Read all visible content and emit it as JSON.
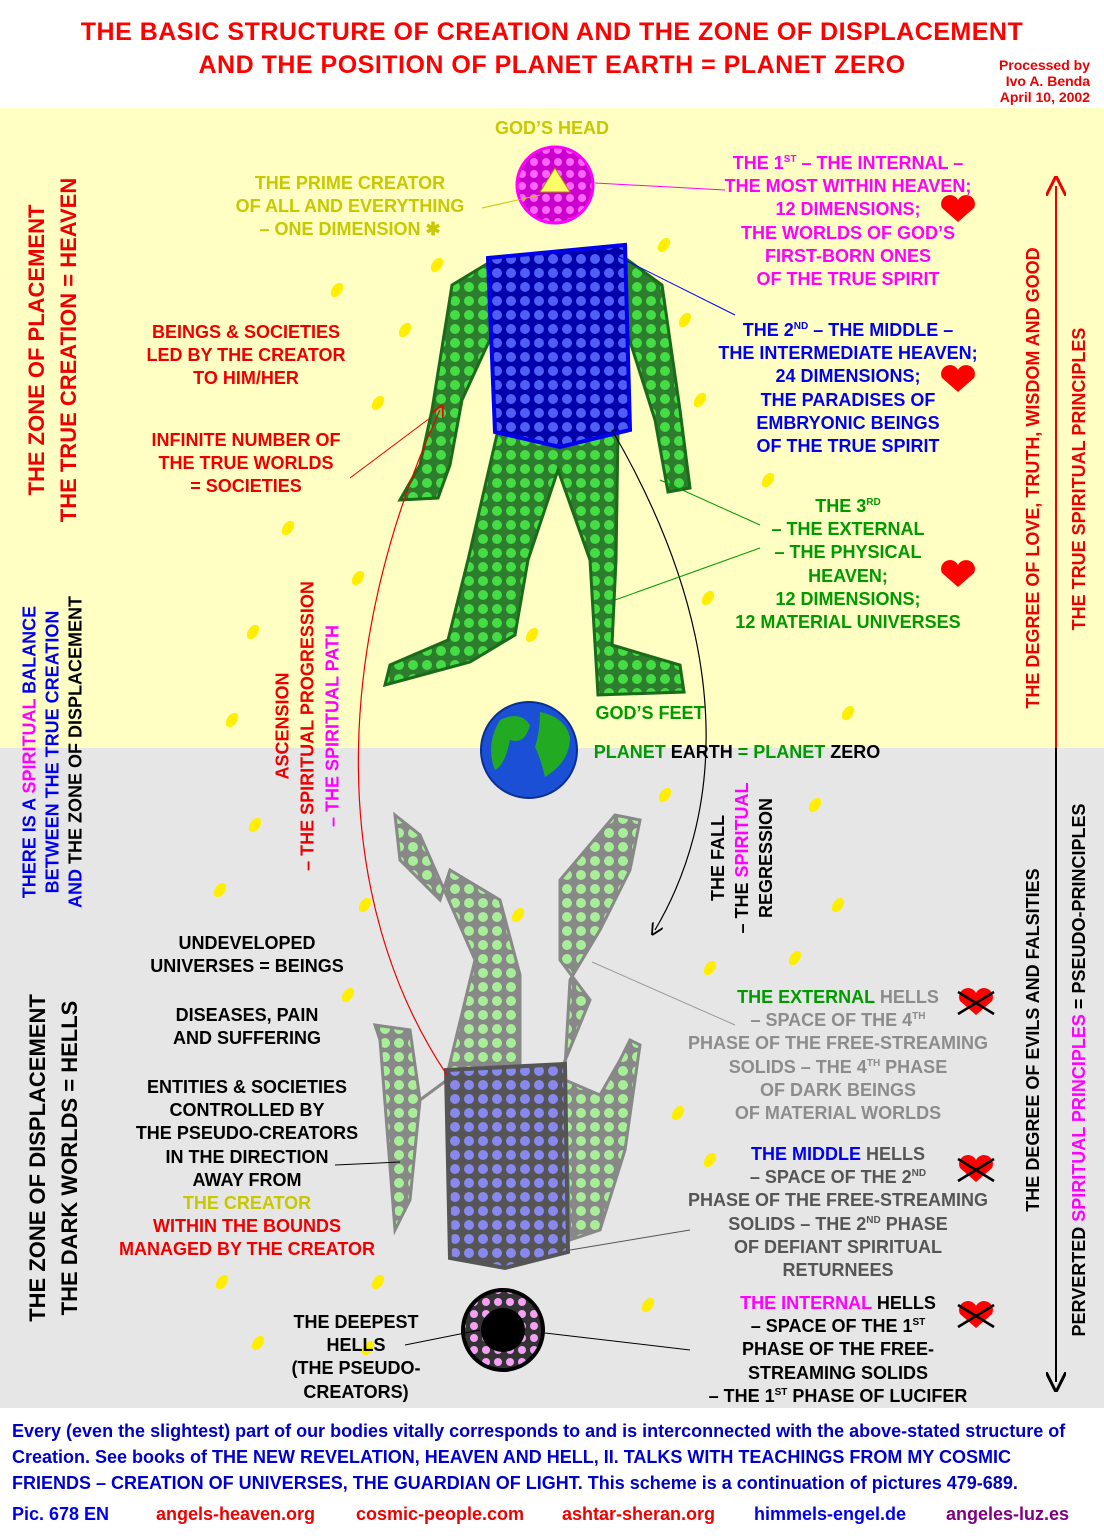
{
  "title": {
    "line1": "THE BASIC STRUCTURE OF CREATION AND THE ZONE OF DISPLACEMENT",
    "line2": "AND THE POSITION OF PLANET EARTH = PLANET ZERO"
  },
  "processed": {
    "line1": "Processed by",
    "line2": "Ivo A. Benda",
    "line3": "April 10, 2002"
  },
  "colors": {
    "red": "#ee0000",
    "magenta": "#ff00ff",
    "blue": "#0000ee",
    "green": "#009900",
    "yellow": "#c8c800",
    "heaven_bg": "#ffffc4",
    "hell_bg": "#e6e6e6"
  },
  "blocks": {
    "gods_head": [
      [
        {
          "t": "GOD’S HEAD",
          "c": "y"
        }
      ]
    ],
    "prime": [
      [
        {
          "t": "THE PRIME CREATOR",
          "c": "y"
        }
      ],
      [
        {
          "t": "OF ALL AND EVERYTHING",
          "c": "y"
        }
      ],
      [
        {
          "t": "– ONE DIMENSION ",
          "c": "y"
        },
        {
          "t": "✱",
          "c": "y"
        }
      ]
    ],
    "internal_heaven": [
      [
        {
          "t": "THE 1",
          "c": "m"
        },
        {
          "t": "ST",
          "c": "m",
          "sup": 1
        },
        {
          "t": " – THE INTERNAL –",
          "c": "m"
        }
      ],
      [
        {
          "t": "THE MOST WITHIN HEAVEN;",
          "c": "m"
        }
      ],
      [
        {
          "t": "12 DIMENSIONS;",
          "c": "m"
        }
      ],
      [
        {
          "t": "THE WORLDS OF GOD’S",
          "c": "m"
        }
      ],
      [
        {
          "t": "FIRST-BORN ONES",
          "c": "m"
        }
      ],
      [
        {
          "t": "OF THE TRUE SPIRIT",
          "c": "m"
        }
      ]
    ],
    "middle_heaven": [
      [
        {
          "t": "THE 2",
          "c": "b"
        },
        {
          "t": "ND",
          "c": "b",
          "sup": 1
        },
        {
          "t": " – THE MIDDLE –",
          "c": "b"
        }
      ],
      [
        {
          "t": "THE INTERMEDIATE HEAVEN;",
          "c": "b"
        }
      ],
      [
        {
          "t": "24 DIMENSIONS;",
          "c": "b"
        }
      ],
      [
        {
          "t": "THE PARADISES OF",
          "c": "b"
        }
      ],
      [
        {
          "t": "EMBRYONIC BEINGS",
          "c": "b"
        }
      ],
      [
        {
          "t": "OF THE TRUE SPIRIT",
          "c": "b"
        }
      ]
    ],
    "external_heaven": [
      [
        {
          "t": "THE 3",
          "c": "g"
        },
        {
          "t": "RD",
          "c": "g",
          "sup": 1
        }
      ],
      [
        {
          "t": "– THE EXTERNAL",
          "c": "g"
        }
      ],
      [
        {
          "t": "– THE PHYSICAL",
          "c": "g"
        }
      ],
      [
        {
          "t": "HEAVEN;",
          "c": "g"
        }
      ],
      [
        {
          "t": "12 DIMENSIONS;",
          "c": "g"
        }
      ],
      [
        {
          "t": "12 MATERIAL UNIVERSES",
          "c": "g"
        }
      ]
    ],
    "beings": [
      [
        {
          "t": "BEINGS & SOCIETIES",
          "c": "r"
        }
      ],
      [
        {
          "t": "LED BY THE CREATOR",
          "c": "r"
        }
      ],
      [
        {
          "t": "TO HIM/HER",
          "c": "r"
        }
      ]
    ],
    "infinite": [
      [
        {
          "t": "INFINITE NUMBER OF",
          "c": "r"
        }
      ],
      [
        {
          "t": "THE TRUE WORLDS",
          "c": "r"
        }
      ],
      [
        {
          "t": "= SOCIETIES",
          "c": "r"
        }
      ]
    ],
    "gods_feet": [
      [
        {
          "t": "GOD’S FEET",
          "c": "g"
        }
      ]
    ],
    "planet": [
      [
        {
          "t": "PLANET ",
          "c": "g"
        },
        {
          "t": "EARTH",
          "c": "k"
        },
        {
          "t": " = PLANET ",
          "c": "g"
        },
        {
          "t": "ZERO",
          "c": "k"
        }
      ]
    ],
    "undeveloped": [
      [
        {
          "t": "UNDEVELOPED",
          "c": "k"
        }
      ],
      [
        {
          "t": "UNIVERSES = BEINGS",
          "c": "k"
        }
      ]
    ],
    "diseases": [
      [
        {
          "t": "DISEASES, PAIN",
          "c": "k"
        }
      ],
      [
        {
          "t": "AND SUFFERING",
          "c": "k"
        }
      ]
    ],
    "entities": [
      [
        {
          "t": "ENTITIES & SOCIETIES",
          "c": "k"
        }
      ],
      [
        {
          "t": "CONTROLLED BY",
          "c": "k"
        }
      ],
      [
        {
          "t": "THE PSEUDO-CREATORS",
          "c": "k"
        }
      ],
      [
        {
          "t": "IN THE DIRECTION",
          "c": "k"
        }
      ],
      [
        {
          "t": "AWAY FROM",
          "c": "k"
        }
      ],
      [
        {
          "t": "THE CREATOR",
          "c": "y"
        }
      ],
      [
        {
          "t": "WITHIN THE BOUNDS",
          "c": "r"
        }
      ],
      [
        {
          "t": "MANAGED BY THE CREATOR",
          "c": "r"
        }
      ]
    ],
    "deepest": [
      [
        {
          "t": "THE DEEPEST",
          "c": "k"
        }
      ],
      [
        {
          "t": "HELLS",
          "c": "k"
        }
      ],
      [
        {
          "t": "(THE PSEUDO-",
          "c": "k"
        }
      ],
      [
        {
          "t": "CREATORS)",
          "c": "k"
        }
      ]
    ],
    "external_hells": [
      [
        {
          "t": "THE EXTERNAL",
          "c": "g"
        },
        {
          "t": " HELLS",
          "c": "gr"
        }
      ],
      [
        {
          "t": "– SPACE OF THE 4",
          "c": "gr"
        },
        {
          "t": "TH",
          "c": "gr",
          "sup": 1
        }
      ],
      [
        {
          "t": "PHASE OF THE FREE-STREAMING",
          "c": "gr"
        }
      ],
      [
        {
          "t": "SOLIDS – THE 4",
          "c": "gr"
        },
        {
          "t": "TH",
          "c": "gr",
          "sup": 1
        },
        {
          "t": " PHASE",
          "c": "gr"
        }
      ],
      [
        {
          "t": "OF DARK BEINGS",
          "c": "gr"
        }
      ],
      [
        {
          "t": "OF MATERIAL WORLDS",
          "c": "gr"
        }
      ]
    ],
    "middle_hells": [
      [
        {
          "t": "THE MIDDLE",
          "c": "b"
        },
        {
          "t": " HELLS",
          "c": "dg"
        }
      ],
      [
        {
          "t": "– SPACE OF THE 2",
          "c": "dg"
        },
        {
          "t": "ND",
          "c": "dg",
          "sup": 1
        }
      ],
      [
        {
          "t": "PHASE OF THE FREE-STREAMING",
          "c": "dg"
        }
      ],
      [
        {
          "t": "SOLIDS – THE 2",
          "c": "dg"
        },
        {
          "t": "ND",
          "c": "dg",
          "sup": 1
        },
        {
          "t": " PHASE",
          "c": "dg"
        }
      ],
      [
        {
          "t": "OF DEFIANT SPIRITUAL",
          "c": "dg"
        }
      ],
      [
        {
          "t": "RETURNEES",
          "c": "dg"
        }
      ]
    ],
    "internal_hells": [
      [
        {
          "t": "THE INTERNAL",
          "c": "m"
        },
        {
          "t": " HELLS",
          "c": "k"
        }
      ],
      [
        {
          "t": "– SPACE OF THE 1",
          "c": "k"
        },
        {
          "t": "ST",
          "c": "k",
          "sup": 1
        }
      ],
      [
        {
          "t": "PHASE OF THE FREE-",
          "c": "k"
        }
      ],
      [
        {
          "t": "STREAMING SOLIDS",
          "c": "k"
        }
      ],
      [
        {
          "t": "– THE 1",
          "c": "k"
        },
        {
          "t": "ST",
          "c": "k",
          "sup": 1
        },
        {
          "t": " PHASE OF LUCIFER",
          "c": "k"
        }
      ]
    ],
    "zone_placement": [
      [
        {
          "t": "THE ZONE OF PLACEMENT",
          "c": "r"
        }
      ],
      [
        {
          "t": "THE TRUE CREATION = HEAVEN",
          "c": "r"
        }
      ]
    ],
    "balance": [
      [
        {
          "t": "THERE IS A ",
          "c": "b"
        },
        {
          "t": "SPIRITUAL",
          "c": "m"
        },
        {
          "t": " BALANCE",
          "c": "b"
        }
      ],
      [
        {
          "t": "BETWEEN THE TRUE CREATION",
          "c": "b"
        }
      ],
      [
        {
          "t": "AND ",
          "c": "b"
        },
        {
          "t": "THE ZONE OF DISPLACEMENT",
          "c": "k"
        }
      ]
    ],
    "zone_displacement": [
      [
        {
          "t": "THE ZONE OF DISPLACEMENT",
          "c": "k"
        }
      ],
      [
        {
          "t": "THE DARK WORLDS = HELLS",
          "c": "k"
        }
      ]
    ],
    "ascension": [
      [
        {
          "t": "ASCENSION",
          "c": "r"
        }
      ],
      [
        {
          "t": "– THE SPIRITUAL PROGRESSION",
          "c": "r"
        }
      ],
      [
        {
          "t": "– THE SPIRITUAL PATH",
          "c": "m"
        }
      ]
    ],
    "fall": [
      [
        {
          "t": "THE FALL",
          "c": "k"
        }
      ],
      [
        {
          "t": "– THE ",
          "c": "k"
        },
        {
          "t": "SPIRITUAL",
          "c": "m"
        }
      ],
      [
        {
          "t": "REGRESSION",
          "c": "k"
        }
      ]
    ],
    "degree_love": [
      [
        {
          "t": "THE DEGREE OF LOVE, TRUTH, WISDOM AND GOOD",
          "c": "r"
        }
      ]
    ],
    "true_principles": [
      [
        {
          "t": "THE TRUE SPIRITUAL PRINCIPLES",
          "c": "r"
        }
      ]
    ],
    "degree_evil": [
      [
        {
          "t": "THE DEGREE OF EVILS AND FALSITIES",
          "c": "k"
        }
      ]
    ],
    "perverted": [
      [
        {
          "t": "PERVERTED ",
          "c": "k"
        },
        {
          "t": "SPIRITUAL PRINCIPLES",
          "c": "m"
        },
        {
          "t": " = PSEUDO-PRINCIPLES",
          "c": "k"
        }
      ]
    ]
  },
  "footer": {
    "line1": "Every (even the slightest) part of our bodies vitally corresponds to and is interconnected with the above-stated structure of",
    "line2": "Creation. See books of THE NEW REVELATION, HEAVEN AND HELL, II. TALKS WITH TEACHINGS FROM MY COSMIC",
    "line3": "FRIENDS – CREATION OF UNIVERSES, THE GUARDIAN OF LIGHT. This scheme is a continuation of pictures 479-689.",
    "pic": "Pic. 678 EN",
    "links": [
      "angels-heaven.org",
      "cosmic-people.com",
      "ashtar-sheran.org",
      "himmels-engel.de",
      "angeles-luz.es"
    ]
  }
}
